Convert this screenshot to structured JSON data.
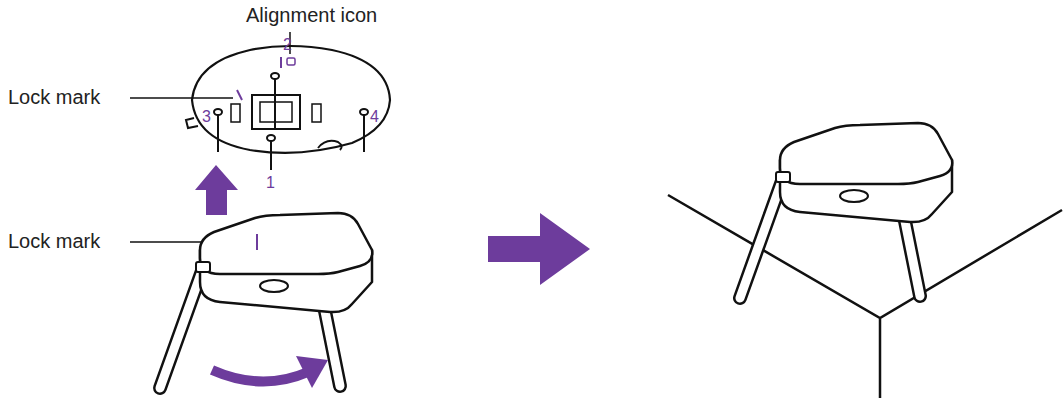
{
  "diagram": {
    "labels": [
      "Alignment icon",
      "2",
      "Lock mark",
      "3",
      "4",
      "1",
      "Lock mark"
    ]
  }
}
